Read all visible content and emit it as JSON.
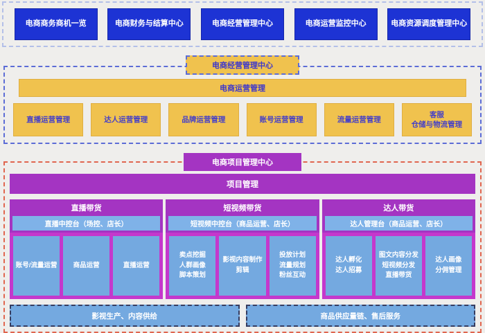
{
  "colors": {
    "background": "#efeeec",
    "top_box_blue": "#1d33d4",
    "yellow": "#f0c24e",
    "yellow_text_blue": "#4540c8",
    "purple": "#a434c2",
    "magenta": "#c438cc",
    "subbar_blue": "#7fb2e8",
    "box_blue": "#74a9e0",
    "red_dashed_border": "#e0654e",
    "blue_dashed_border": "#5c6cd6",
    "dark_dashed_border": "#353c60"
  },
  "top_section": {
    "boxes": [
      "电商商务商机一览",
      "电商财务与结算中心",
      "电商经营管理中心",
      "电商运营监控中心",
      "电商资源调度管理中心"
    ]
  },
  "operations_section": {
    "title": "电商经营管理中心",
    "bar": "电商运营管理",
    "boxes": [
      "直播运营管理",
      "达人运营管理",
      "品牌运营管理",
      "账号运营管理",
      "流量运营管理",
      "客服\n仓储与物流管理"
    ]
  },
  "project_section": {
    "title": "电商项目管理中心",
    "bar": "项目管理",
    "columns": [
      {
        "header": "直播带货",
        "subheader": "直播中控台（场控、店长）",
        "boxes": [
          "账号/流量运营",
          "商品运营",
          "直播运营"
        ]
      },
      {
        "header": "短视频带货",
        "subheader": "短视频中控台（商品运营、店长）",
        "boxes": [
          "卖点挖掘\n人群画像\n脚本策划",
          "影视内容制作\n剪辑",
          "投放计划\n流量规划\n粉丝互动"
        ]
      },
      {
        "header": "达人带货",
        "subheader": "达人管理台（商品运营、店长）",
        "boxes": [
          "达人孵化\n达人招募",
          "图文内容分发\n短视频分发\n直播带货",
          "达人画像\n分佣管理"
        ]
      }
    ],
    "footer_bars": [
      "影视生产、内容供给",
      "商品供应量链、售后服务"
    ]
  }
}
